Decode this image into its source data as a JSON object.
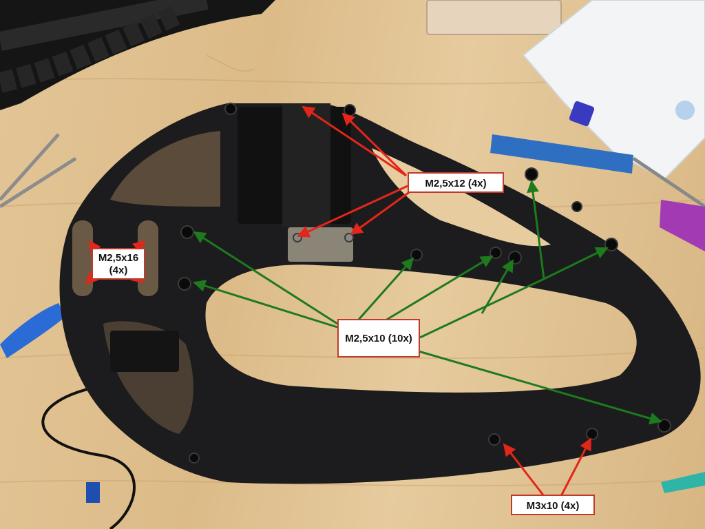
{
  "colors": {
    "wood": "#dcbb88",
    "frame": "#1c1c1e",
    "arrow_red": "#e32619",
    "arrow_green": "#1d7a1d",
    "label_border": "#c0392b"
  },
  "labels": {
    "m25x12": "M2,5x12 (4x)",
    "m25x16_line1": "M2,5x16",
    "m25x16_line2": "(4x)",
    "m25x10": "M2,5x10 (10x)",
    "m3x10": "M3x10 (4x)"
  }
}
